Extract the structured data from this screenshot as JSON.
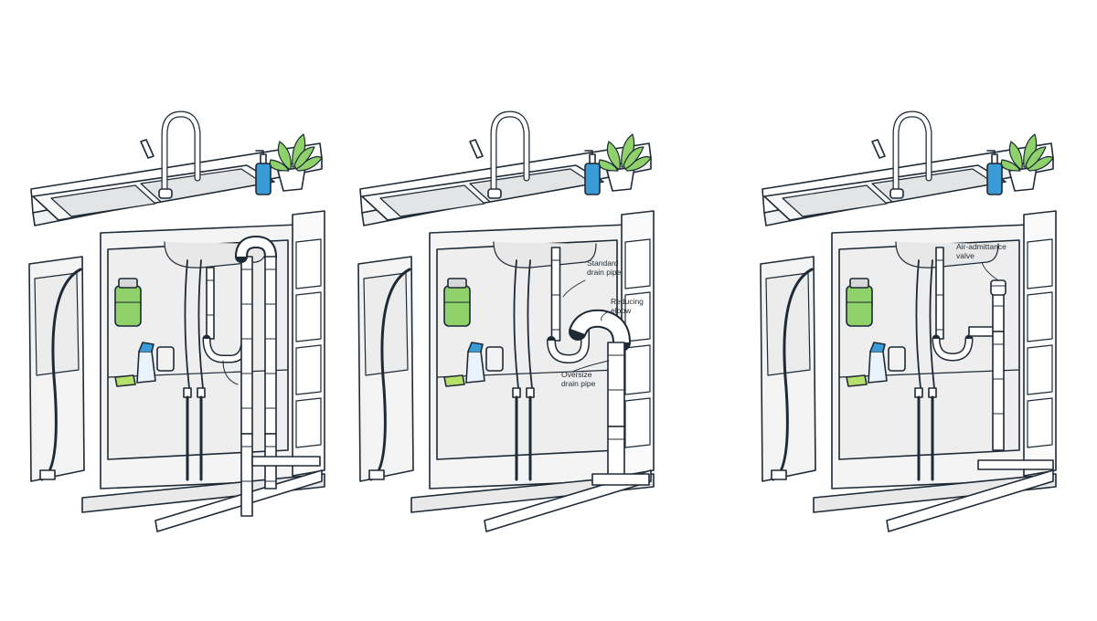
{
  "panels": [
    {
      "id": "panel-1",
      "labels": []
    },
    {
      "id": "panel-2",
      "labels": [
        {
          "key": "standard",
          "lines": [
            "Standard",
            "drain pipe"
          ]
        },
        {
          "key": "reducing",
          "lines": [
            "Reducing",
            "elbow"
          ]
        },
        {
          "key": "oversize",
          "lines": [
            "Oversize",
            "drain pipe"
          ]
        }
      ]
    },
    {
      "id": "panel-3",
      "labels": [
        {
          "key": "aav",
          "lines": [
            "Air-admittance",
            "valve"
          ]
        }
      ]
    }
  ],
  "colors": {
    "line": "#1e2a36",
    "cabinet": "#f4f4f4",
    "interior": "#eeeeee",
    "counter": "#ffffff",
    "sink_basin": "#e2e4e6",
    "disposal_green": "#8fd16a",
    "soap_blue": "#3a9bd6",
    "plant_green": "#8fd16a",
    "sponge_green": "#b6e06a",
    "pipe": "#ffffff"
  }
}
